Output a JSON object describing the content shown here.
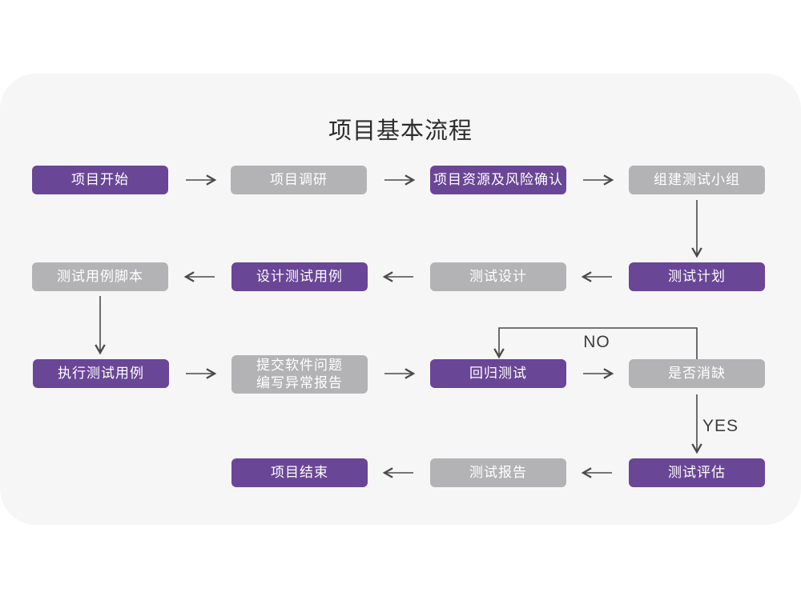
{
  "title": "项目基本流程",
  "colors": {
    "node_purple": "#6A4696",
    "node_gray": "#B3B2B5",
    "card_background": "#F6F6F7",
    "page_background": "#FFFFFF",
    "arrow": "#4A4A4A",
    "node_text": "#FFFFFF",
    "title_text": "#2D2D2D"
  },
  "nodes": [
    {
      "id": "project-start",
      "label": "项目开始",
      "style": "purple"
    },
    {
      "id": "project-research",
      "label": "项目调研",
      "style": "gray"
    },
    {
      "id": "resources-risk-confirm",
      "label": "项目资源及风险确认",
      "style": "purple"
    },
    {
      "id": "form-test-team",
      "label": "组建测试小组",
      "style": "gray"
    },
    {
      "id": "test-plan",
      "label": "测试计划",
      "style": "purple"
    },
    {
      "id": "test-design",
      "label": "测试设计",
      "style": "gray"
    },
    {
      "id": "design-test-cases",
      "label": "设计测试用例",
      "style": "purple"
    },
    {
      "id": "test-case-script",
      "label": "测试用例脚本",
      "style": "gray"
    },
    {
      "id": "execute-test-cases",
      "label": "执行测试用例",
      "style": "purple"
    },
    {
      "id": "submit-issues-report",
      "label": "提交软件问题\n编写异常报告",
      "style": "gray"
    },
    {
      "id": "regression-test",
      "label": "回归测试",
      "style": "purple"
    },
    {
      "id": "defect-cleared",
      "label": "是否消缺",
      "style": "gray"
    },
    {
      "id": "test-evaluation",
      "label": "测试评估",
      "style": "purple"
    },
    {
      "id": "test-report",
      "label": "测试报告",
      "style": "gray"
    },
    {
      "id": "project-end",
      "label": "项目结束",
      "style": "purple"
    }
  ],
  "edge_labels": {
    "no": "NO",
    "yes": "YES"
  }
}
